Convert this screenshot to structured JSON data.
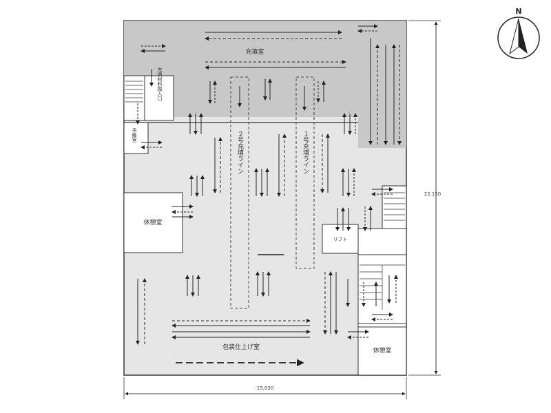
{
  "labels": {
    "filling_room": "充填室",
    "line2": "２号充填ライン",
    "line1": "１号充填ライン",
    "rest_room_left": "休憩室",
    "rest_room_right": "休憩室",
    "lift": "リフト",
    "packing_room": "包装仕上げ室",
    "material_entrance": "充填材料搬入口",
    "storage": "予備室"
  },
  "dimensions": {
    "width": "15,030",
    "height": "22,150"
  },
  "compass": {
    "label": "N",
    "icon": "north-arrow-icon"
  },
  "colors": {
    "floor": "#e6e6e6",
    "filling_area": "#c8c8c8",
    "wall": "#333333",
    "room": "#ffffff",
    "arrow": "#222222"
  }
}
